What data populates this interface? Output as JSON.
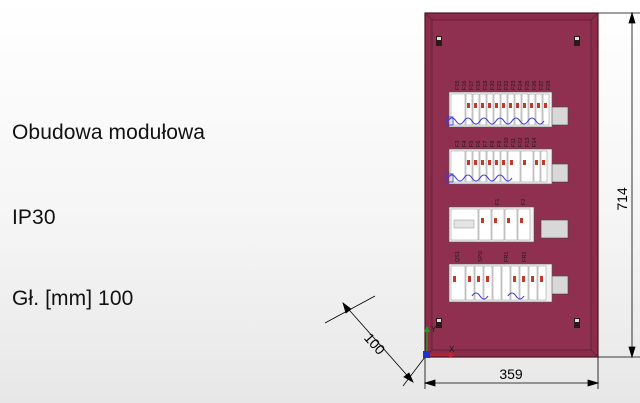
{
  "specs": {
    "title": "Obudowa modułowa",
    "ip_rating": "IP30",
    "depth_label": "Gł. [mm] 100"
  },
  "dimensions": {
    "height": "714",
    "width": "359",
    "depth": "100"
  },
  "colors": {
    "enclosure": "#8b2d4a",
    "mounting_plate": "#f2f2f2",
    "wiring": "#3b3bd6"
  },
  "axis_triad": {
    "y": "Y",
    "x": "X"
  },
  "rows": [
    {
      "labels": [
        "F15",
        "F16",
        "F17",
        "F18",
        "F19",
        "F20",
        "F21",
        "F22",
        "F23",
        "F24",
        "F25",
        "F26",
        "F27",
        "F28"
      ]
    },
    {
      "labels": [
        "F3",
        "F4",
        "F5",
        "F6",
        "F7",
        "F8",
        "F9",
        "F10",
        "F11",
        "F12",
        "F13",
        "F14"
      ]
    },
    {
      "labels": [
        "F1",
        "F2"
      ]
    },
    {
      "labels": [
        "QS1",
        "SPD",
        "FR1",
        "FR2"
      ]
    }
  ]
}
